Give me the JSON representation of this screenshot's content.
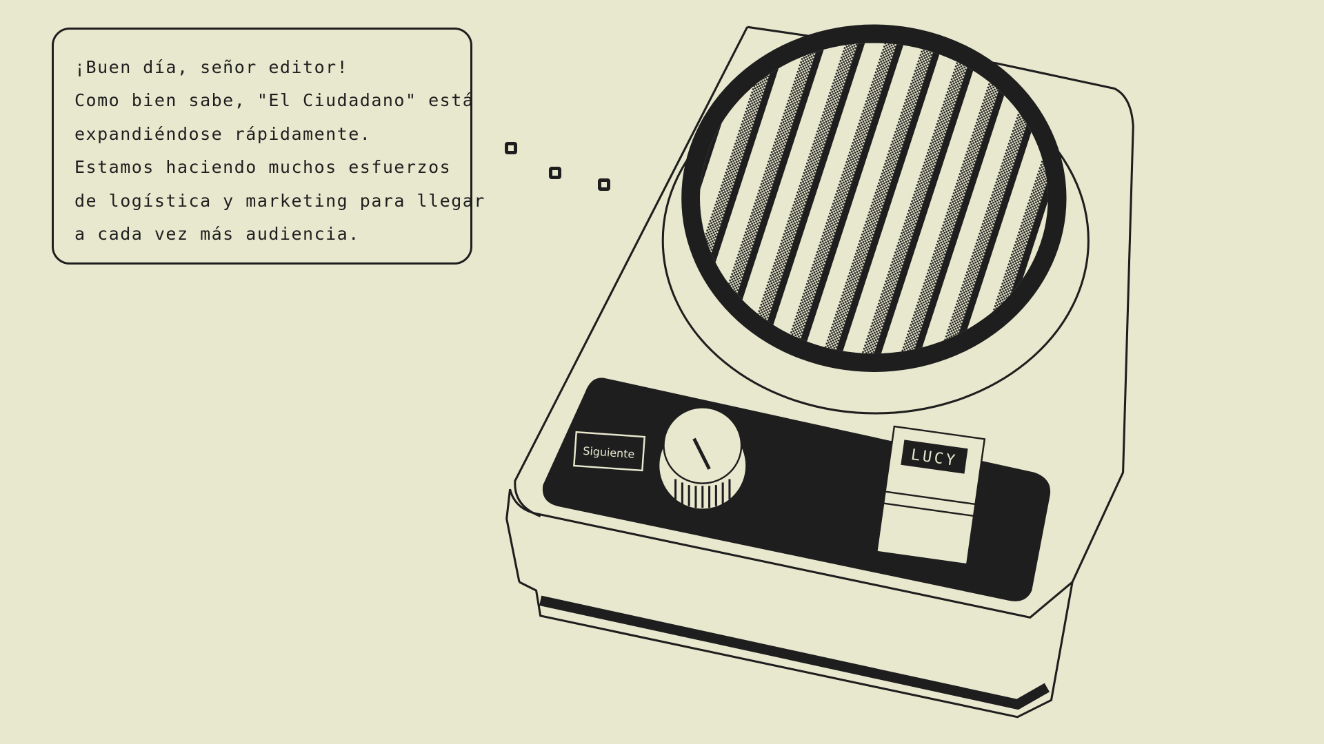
{
  "dialogue": {
    "lines": [
      "¡Buen día, señor editor!",
      "Como bien sabe, \"El Ciudadano\" está",
      "expandiéndose rápidamente.",
      "Estamos haciendo muchos esfuerzos",
      "de logística y marketing para llegar",
      "a cada vez más audiencia."
    ]
  },
  "device": {
    "next_button_label": "Siguiente",
    "slider_label": "LUCY"
  },
  "colors": {
    "background": "#e8e8cf",
    "ink": "#1e1e1e"
  }
}
